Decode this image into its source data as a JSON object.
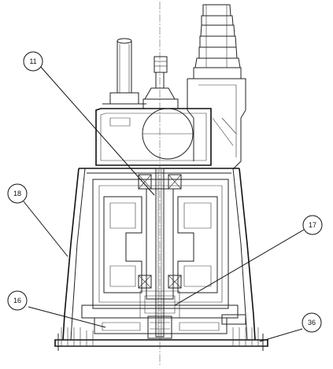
{
  "drawing": {
    "callouts": [
      {
        "id": "c11",
        "label": "11"
      },
      {
        "id": "c17",
        "label": "17"
      },
      {
        "id": "c18",
        "label": "18"
      },
      {
        "id": "c16",
        "label": "16"
      },
      {
        "id": "c36",
        "label": "36"
      }
    ]
  }
}
